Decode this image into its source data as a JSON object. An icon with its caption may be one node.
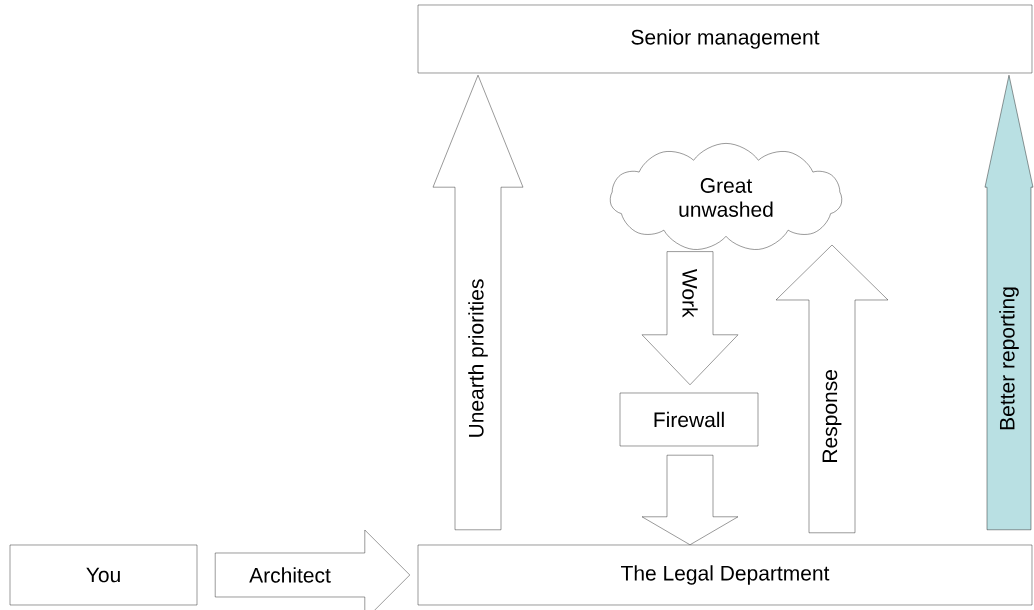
{
  "diagram": {
    "nodes": [
      {
        "text": [
          "Senior management"
        ]
      },
      {
        "text": [
          "Great unwashed"
        ]
      },
      {
        "text": [
          "Firewall"
        ]
      },
      {
        "text": [
          "You"
        ]
      },
      {
        "text": [
          "The Legal Department"
        ]
      }
    ],
    "edges": [
      {
        "from": 4,
        "to": 0,
        "arrow": "to",
        "label": "Unearth priorities"
      },
      {
        "from": 1,
        "to": 2,
        "arrow": "to",
        "label": "Work"
      },
      {
        "from": 2,
        "to": 4,
        "arrow": "to"
      },
      {
        "from": 4,
        "to": null,
        "arrow": "to",
        "label": "Response"
      },
      {
        "from": 4,
        "to": 0,
        "arrow": "to",
        "label": "Better reporting",
        "color": "#b9e0e3"
      },
      {
        "from": 3,
        "to": 4,
        "arrow": "to",
        "label": "Architect"
      }
    ]
  }
}
